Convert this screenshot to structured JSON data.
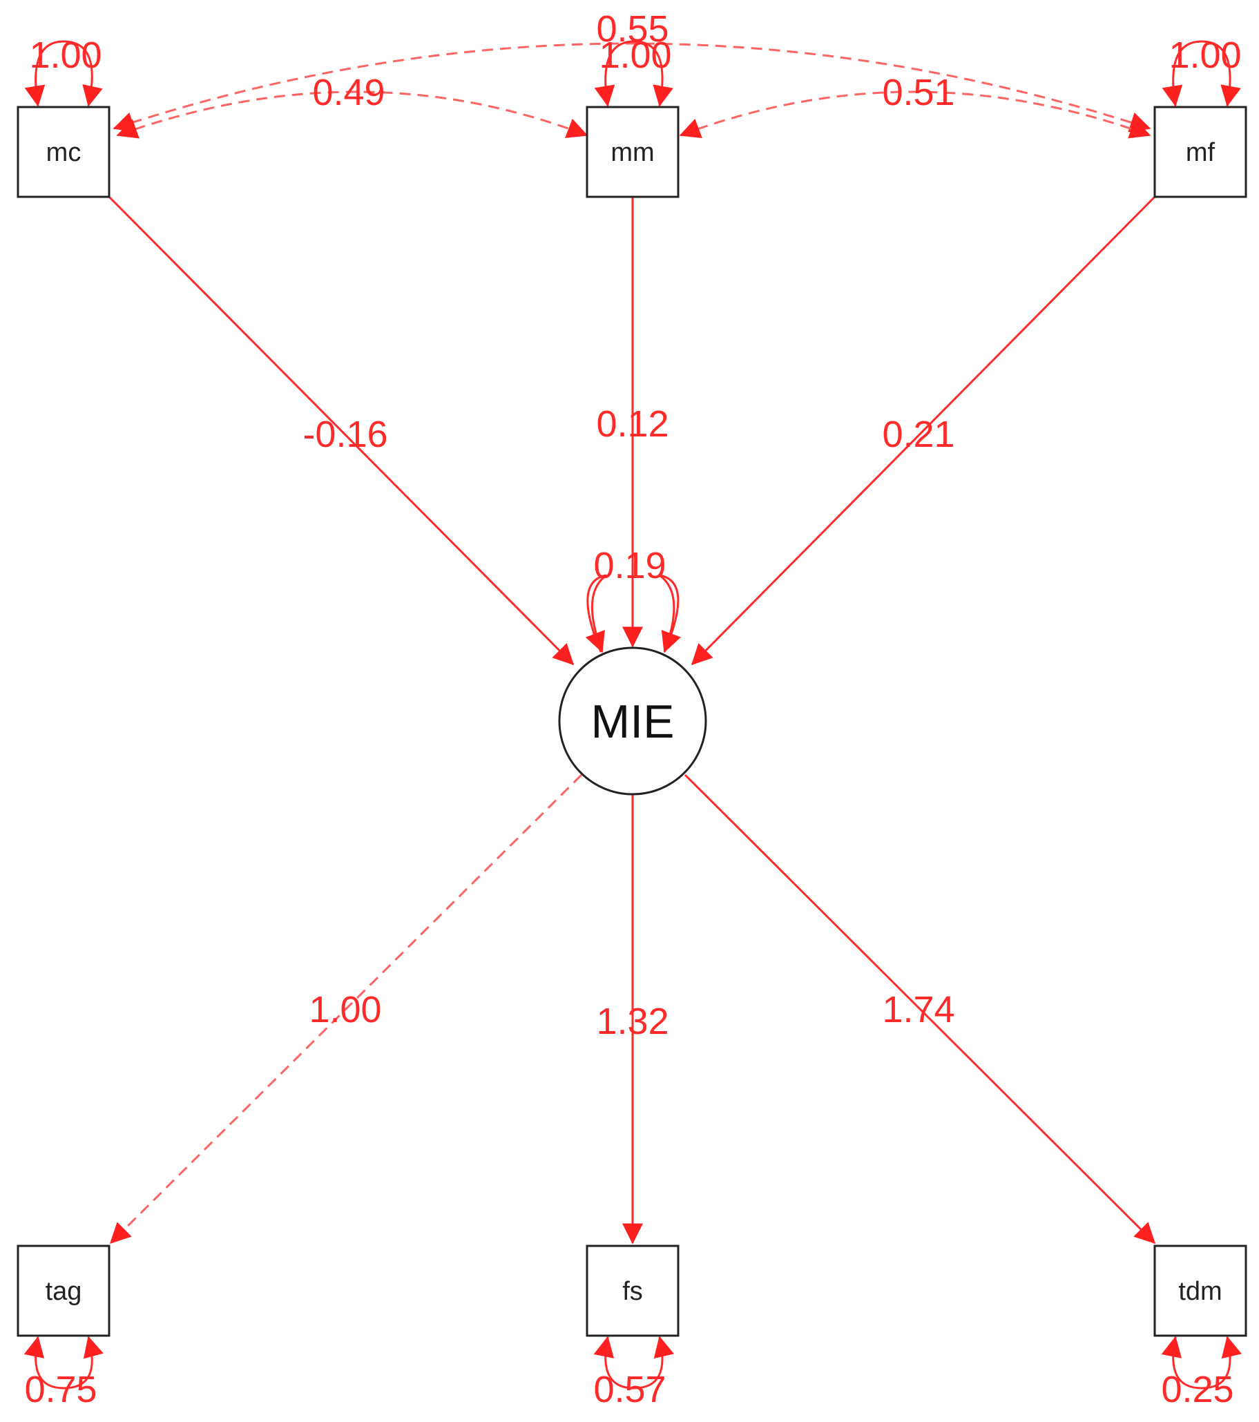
{
  "colors": {
    "edge": "#ff2a2a",
    "edge_dashed": "#ff6464",
    "node_stroke": "#222222",
    "background": "#ffffff"
  },
  "nodes": {
    "mc": "mc",
    "mm": "mm",
    "mf": "mf",
    "mie": "MIE",
    "tag": "tag",
    "fs": "fs",
    "tdm": "tdm"
  },
  "paths": {
    "mc_to_mie": "-0.16",
    "mm_to_mie": "0.12",
    "mf_to_mie": "0.21",
    "mie_to_tag": "1.00",
    "mie_to_fs": "1.32",
    "mie_to_tdm": "1.74"
  },
  "covariances": {
    "mc_mm": "0.49",
    "mm_mf": "0.51",
    "mc_mf": "0.55"
  },
  "variances": {
    "mc": "1.00",
    "mm": "1.00",
    "mf": "1.00",
    "mie": "0.19",
    "tag": "0.75",
    "fs": "0.57",
    "tdm": "0.25"
  },
  "line_styles": {
    "mie_to_tag": "dashed",
    "covariances": "dashed"
  }
}
